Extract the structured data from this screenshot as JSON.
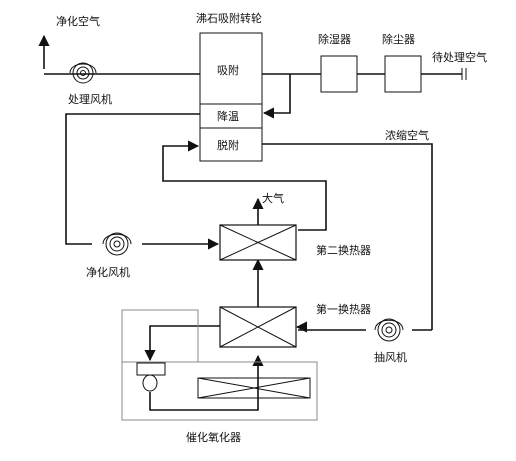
{
  "labels": {
    "rotor_title": "沸石吸附转轮",
    "adsorption": "吸附",
    "cooling": "降温",
    "desorption": "脱附",
    "dehumidifier": "除湿器",
    "dust_collector": "除尘器",
    "untreated_air": "待处理空气",
    "purified_air": "净化空气",
    "treatment_fan": "处理风机",
    "concentrated_air": "浓缩空气",
    "atmosphere": "大气",
    "heat_exchanger_2": "第二换热器",
    "purification_fan": "净化风机",
    "heat_exchanger_1": "第一换热器",
    "exhaust_fan": "抽风机",
    "catalytic_oxidizer": "催化氧化器"
  },
  "colors": {
    "line": "#111111",
    "oxidizer_outline": "#888888"
  }
}
